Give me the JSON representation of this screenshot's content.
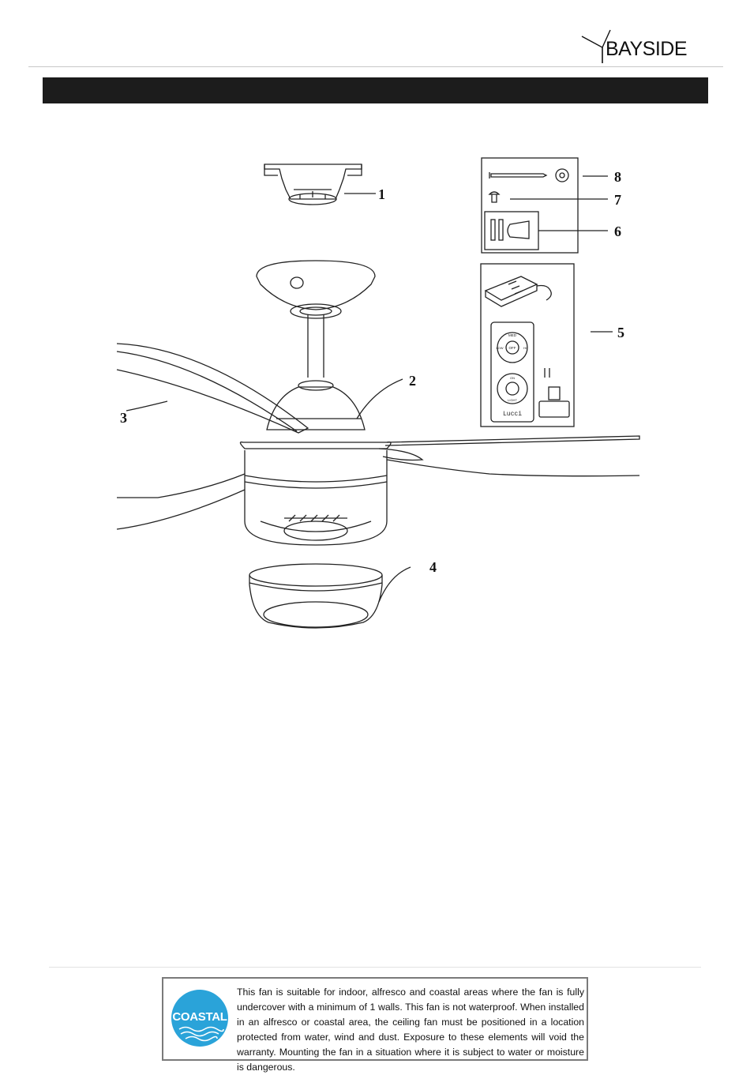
{
  "header": {
    "logo_text": "BAYSIDE"
  },
  "diagram": {
    "callouts": [
      "1",
      "2",
      "3",
      "4",
      "5",
      "6",
      "7",
      "8"
    ],
    "remote_brand": "Lucci",
    "remote_buttons": {
      "med": "MED",
      "off": "OFF",
      "low": "LOW",
      "hi": "HI",
      "on": "ON",
      "light": "LIGHT"
    }
  },
  "notice": {
    "badge": "COASTAL",
    "badge_color": "#2aa3d9",
    "text": "This fan is suitable for indoor, alfresco and coastal areas where the fan is fully undercover with a minimum of 1 walls. This fan is not waterproof. When installed in an alfresco or coastal area, the ceiling fan must be positioned in a location protected from water, wind and dust. Exposure to these elements will void the warranty. Mounting the fan in a situation where it is subject to water or moisture is dangerous."
  }
}
